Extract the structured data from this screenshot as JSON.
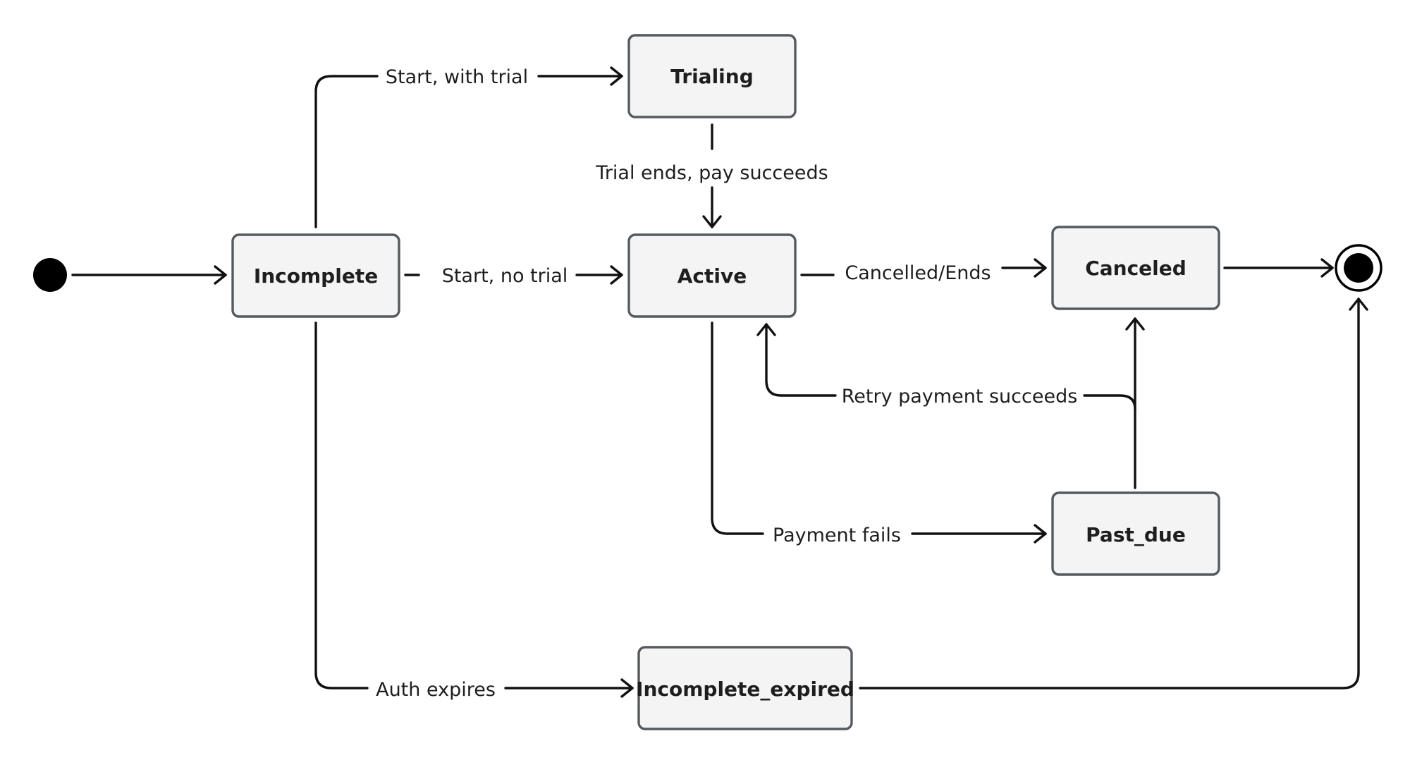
{
  "states": {
    "incomplete": "Incomplete",
    "trialing": "Trialing",
    "active": "Active",
    "canceled": "Canceled",
    "past_due": "Past_due",
    "incomplete_expired": "Incomplete_expired"
  },
  "transitions": {
    "start_with_trial": "Start, with trial",
    "trial_ends_pay_succeeds": "Trial ends, pay succeeds",
    "start_no_trial": "Start, no trial",
    "cancelled_ends": "Cancelled/Ends",
    "retry_payment_succeeds": "Retry payment succeeds",
    "payment_fails": "Payment fails",
    "auth_expires": "Auth expires"
  },
  "colors": {
    "state_fill": "#f4f4f4",
    "state_border": "#555a60",
    "line": "#111111",
    "text": "#1e1e1e"
  }
}
